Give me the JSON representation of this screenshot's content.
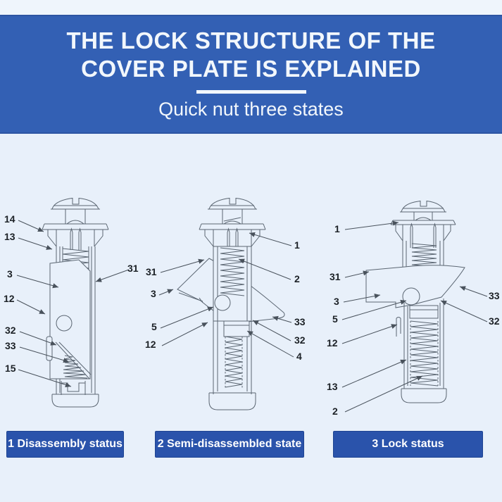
{
  "page": {
    "background_color": "#e8f0fa"
  },
  "header": {
    "background_color": "#3360b4",
    "text_color": "#f2f7fc",
    "title_line1": "THE LOCK STRUCTURE OF THE",
    "title_line2": "COVER PLATE IS EXPLAINED",
    "subtitle": "Quick nut three states"
  },
  "colors": {
    "caption_bg": "#2a53ab",
    "drawing_line": "#5b6672",
    "label_text": "#1c2126"
  },
  "captions": [
    {
      "label": "1 Disassembly status"
    },
    {
      "label": "2 Semi-disassembled state"
    },
    {
      "label": "3 Lock status"
    }
  ],
  "diagrams": [
    {
      "name": "Disassembly status",
      "labels": {
        "l14": "14",
        "l13": "13",
        "l3": "3",
        "l12": "12",
        "l32": "32",
        "l33": "33",
        "l15": "15",
        "l31": "31"
      }
    },
    {
      "name": "Semi-disassembled state",
      "labels": {
        "l31": "31",
        "l3": "3",
        "l5": "5",
        "l12": "12",
        "l1": "1",
        "l2": "2",
        "l33": "33",
        "l32": "32",
        "l4": "4"
      }
    },
    {
      "name": "Lock status",
      "labels": {
        "l1": "1",
        "l31": "31",
        "l3": "3",
        "l5": "5",
        "l12": "12",
        "l13": "13",
        "l2": "2",
        "l33": "33",
        "l32": "32"
      }
    }
  ]
}
